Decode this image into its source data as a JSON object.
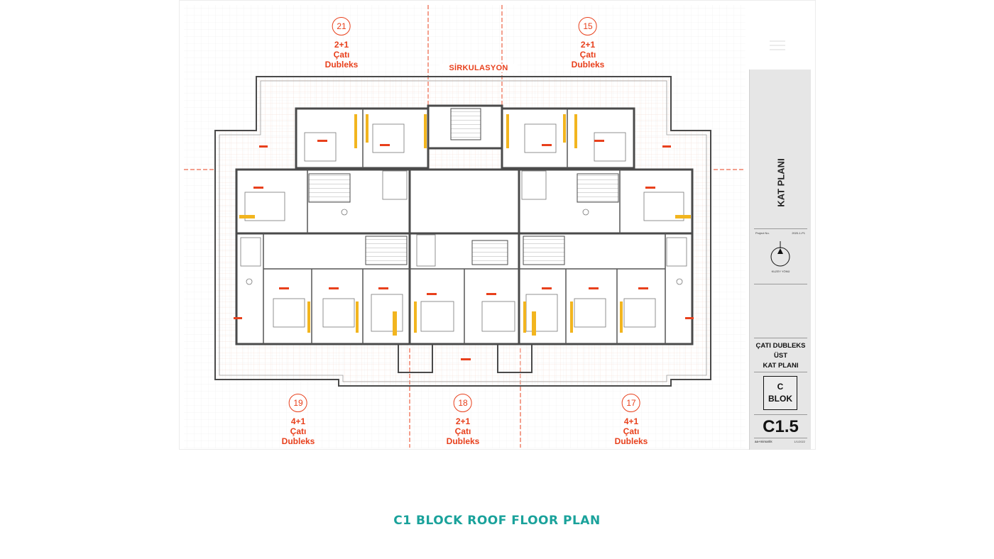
{
  "caption": "C1 BLOCK ROOF FLOOR PLAN",
  "colors": {
    "accent_red": "#e8401c",
    "wall": "#4a4a4a",
    "furniture_yellow": "#f2b51f",
    "caption_teal": "#1aa29b",
    "title_block_gray": "#e6e6e6"
  },
  "plan": {
    "circulation_label": "SİRKULASYON",
    "units": [
      {
        "number": "21",
        "type": "2+1",
        "line2": "Çatı",
        "line3": "Dubleks"
      },
      {
        "number": "15",
        "type": "2+1",
        "line2": "Çatı",
        "line3": "Dubleks"
      },
      {
        "number": "19",
        "type": "4+1",
        "line2": "Çatı",
        "line3": "Dubleks"
      },
      {
        "number": "18",
        "type": "2+1",
        "line2": "Çatı",
        "line3": "Dubleks"
      },
      {
        "number": "17",
        "type": "4+1",
        "line2": "Çatı",
        "line3": "Dubleks"
      }
    ]
  },
  "title_block": {
    "plan_title": "KAT PLANI",
    "project_label": "Project No.",
    "project_value": "2020-1-P1",
    "north_label": "KUZEY YÖNÜ",
    "subtitle_line1": "ÇATI DUBLEKS",
    "subtitle_line2": "ÜST",
    "subtitle_line3": "KAT PLANI",
    "block_line1": "C",
    "block_line2": "BLOK",
    "sheet_number": "C1.5",
    "office": "aa+mimarlık",
    "date": "1/1/2022"
  }
}
